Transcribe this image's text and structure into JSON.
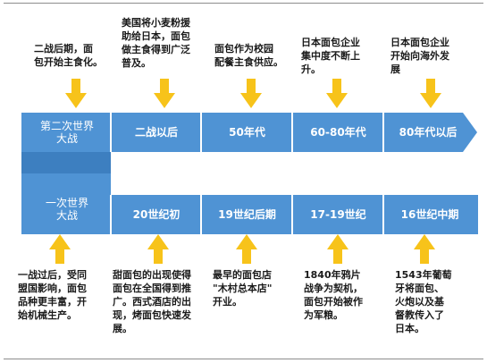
{
  "colors": {
    "bar_blue": "#4f93d4",
    "bar_blue_dark": "#3d7fc0",
    "arrow_yellow": "#f7c31a",
    "divider": "#8c8c8c"
  },
  "top_row": {
    "segments": [
      {
        "label": "第二次世界\n大战"
      },
      {
        "label": "二战以后"
      },
      {
        "label": "50年代"
      },
      {
        "label": "60-80年代"
      },
      {
        "label": "80年代以后"
      }
    ],
    "notes": [
      {
        "text": "二战后期，面\n包开始主食化。"
      },
      {
        "text": "美国将小麦粉援\n助给日本，面包\n做主食得到广泛\n普及。"
      },
      {
        "text": "面包作为校园\n配餐主食供应。"
      },
      {
        "text": "日本面包企业\n集中度不断上\n升。"
      },
      {
        "text": "日本面包企业\n开始向海外发\n展"
      }
    ]
  },
  "bottom_row": {
    "segments": [
      {
        "label": "一次世界\n大战"
      },
      {
        "label": "20世纪初"
      },
      {
        "label": "19世纪后期"
      },
      {
        "label": "17-19世纪"
      },
      {
        "label": "16世纪中期"
      }
    ],
    "notes": [
      {
        "text": "一战过后，受同\n盟国影响，面包\n品种更丰富，开\n始机械生产。"
      },
      {
        "text": "甜面包的出现使得\n面包在全国得到推\n广。西式酒店的出\n现，烤面包快速发\n展。"
      },
      {
        "text": "最早的面包店\n\"木村总本店\"\n开业。"
      },
      {
        "text": "1840年鸦片\n战争为契机，\n面包开始被作\n为军粮。"
      },
      {
        "text": "1543年葡萄\n牙将面包、\n火炮以及基\n督教传入了\n日本。"
      }
    ]
  }
}
